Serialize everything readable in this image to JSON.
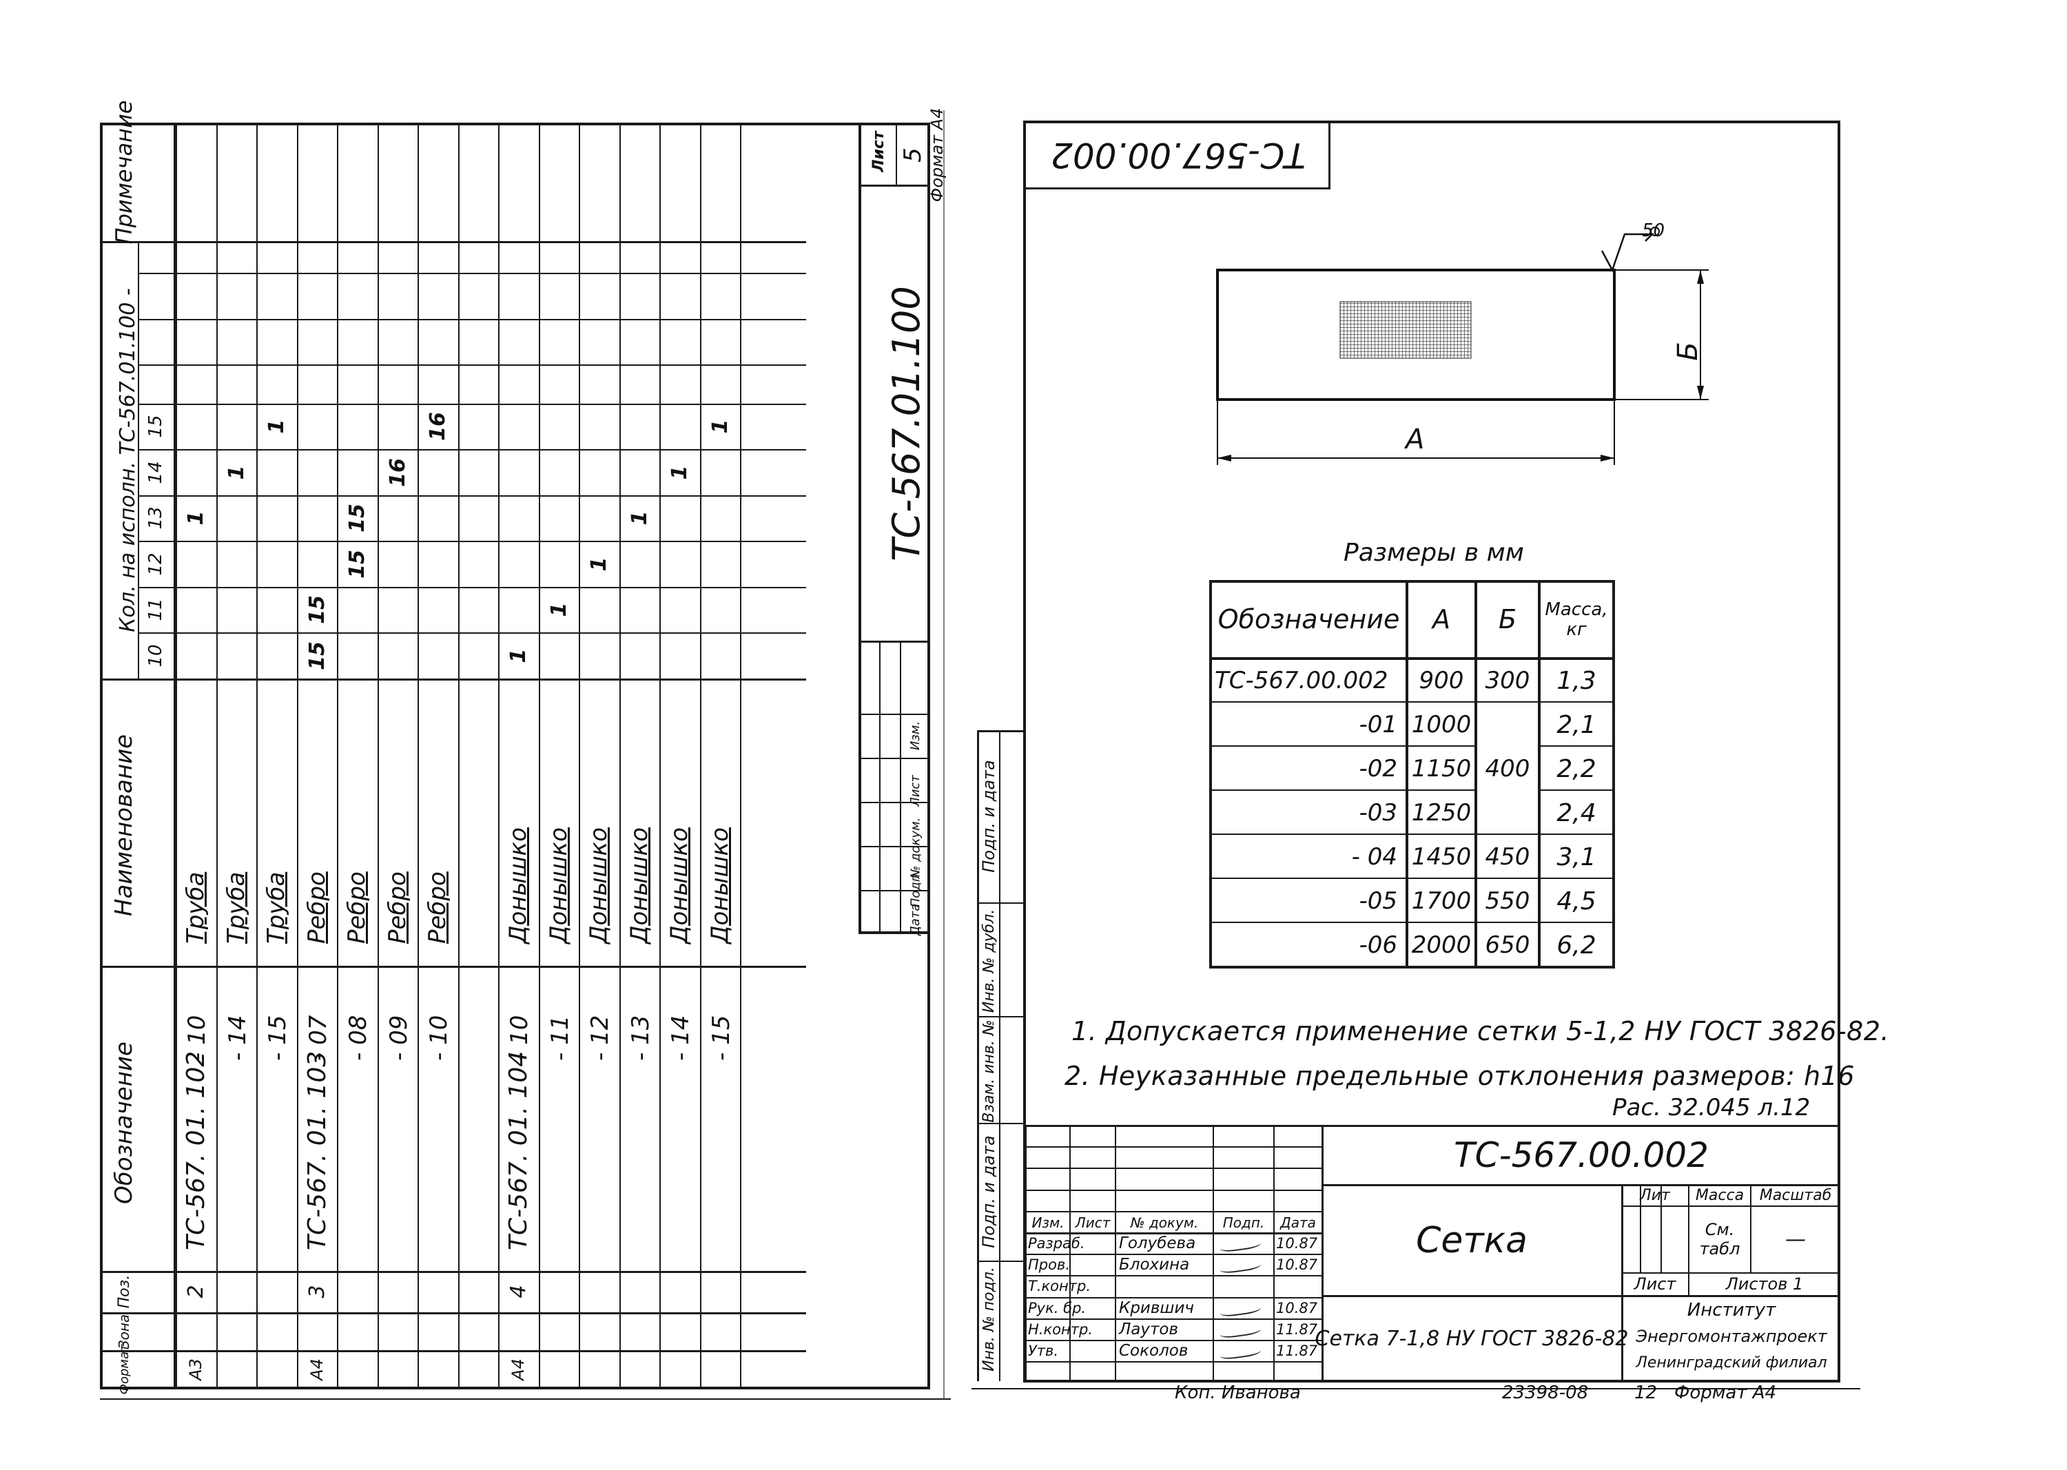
{
  "left_sheet": {
    "doc_number": "ТС-567.01.100",
    "sheet_label": "Лист",
    "sheet_number": "5",
    "format": "Формат А4",
    "headers": {
      "format": "Формат",
      "zone": "Зона",
      "pos": "Поз.",
      "designation": "Обозначение",
      "name": "Наименование",
      "qty": "Кол. на исполн. ТС-567.01.100 -",
      "note": "Примечание"
    },
    "exec_cols": [
      "10",
      "11",
      "12",
      "13",
      "14",
      "15"
    ],
    "rows": [
      {
        "fmt": "А3",
        "pos": "2",
        "designation": "ТС-567. 01. 102",
        "suffix": "- 10",
        "name": "Труба",
        "qty": {
          "13": "1"
        }
      },
      {
        "fmt": "",
        "pos": "",
        "designation": "",
        "suffix": "- 14",
        "name": "Труба",
        "qty": {
          "14": "1"
        }
      },
      {
        "fmt": "",
        "pos": "",
        "designation": "",
        "suffix": "- 15",
        "name": "Труба",
        "qty": {
          "15": "1"
        }
      },
      {
        "fmt": "А4",
        "pos": "3",
        "designation": "ТС-567. 01. 103",
        "suffix": "- 07",
        "name": "Ребро",
        "qty": {
          "10": "15",
          "11": "15"
        }
      },
      {
        "fmt": "",
        "pos": "",
        "designation": "",
        "suffix": "- 08",
        "name": "Ребро",
        "qty": {
          "12": "15",
          "13": "15"
        }
      },
      {
        "fmt": "",
        "pos": "",
        "designation": "",
        "suffix": "- 09",
        "name": "Ребро",
        "qty": {
          "14": "16"
        }
      },
      {
        "fmt": "",
        "pos": "",
        "designation": "",
        "suffix": "- 10",
        "name": "Ребро",
        "qty": {
          "15": "16"
        }
      },
      {
        "fmt": "",
        "pos": "",
        "designation": "",
        "suffix": "",
        "name": "",
        "qty": {}
      },
      {
        "fmt": "А4",
        "pos": "4",
        "designation": "ТС-567. 01. 104",
        "suffix": "- 10",
        "name": "Донышко",
        "qty": {
          "10": "1"
        }
      },
      {
        "fmt": "",
        "pos": "",
        "designation": "",
        "suffix": "- 11",
        "name": "Донышко",
        "qty": {
          "11": "1"
        }
      },
      {
        "fmt": "",
        "pos": "",
        "designation": "",
        "suffix": "- 12",
        "name": "Донышко",
        "qty": {
          "12": "1"
        }
      },
      {
        "fmt": "",
        "pos": "",
        "designation": "",
        "suffix": "- 13",
        "name": "Донышко",
        "qty": {
          "13": "1"
        }
      },
      {
        "fmt": "",
        "pos": "",
        "designation": "",
        "suffix": "- 14",
        "name": "Донышко",
        "qty": {
          "14": "1"
        }
      },
      {
        "fmt": "",
        "pos": "",
        "designation": "",
        "suffix": "- 15",
        "name": "Донышко",
        "qty": {
          "15": "1"
        }
      }
    ],
    "stamp_labels": [
      "Изм.",
      "Лист",
      "№ докум.",
      "Подп.",
      "Дата"
    ]
  },
  "side_stamp": [
    "Подп. и дата",
    "Инв. № дубл.",
    "Взам. инв. №",
    "Подп. и дата",
    "Инв. № подл."
  ],
  "right_sheet": {
    "doc_number_top": "ТС-567.00.002",
    "roughness": "50",
    "dim_a": "А",
    "dim_b": "Б",
    "table_caption": "Размеры в мм",
    "table_headers": [
      "Обозначение",
      "А",
      "Б",
      "Масса, кг"
    ],
    "table_rows": [
      {
        "designation": "ТС-567.00.002",
        "a": "900",
        "b": "300",
        "mass": "1,3"
      },
      {
        "designation": "-01",
        "a": "1000",
        "b": "",
        "mass": "2,1"
      },
      {
        "designation": "-02",
        "a": "1150",
        "b": "400",
        "mass": "2,2"
      },
      {
        "designation": "-03",
        "a": "1250",
        "b": "",
        "mass": "2,4"
      },
      {
        "designation": "- 04",
        "a": "1450",
        "b": "450",
        "mass": "3,1"
      },
      {
        "designation": "-05",
        "a": "1700",
        "b": "550",
        "mass": "4,5"
      },
      {
        "designation": "-06",
        "a": "2000",
        "b": "650",
        "mass": "6,2"
      }
    ],
    "notes": [
      "1. Допускается применение сетки 5-1,2 НУ ГОСТ 3826-82.",
      "2. Неуказанные предельные отклонения размеров: h16"
    ],
    "ref_note": "Рас. 32.045 л.12",
    "title_block": {
      "doc_number": "ТС-567.00.002",
      "title": "Сетка",
      "material": "Сетка 7-1,8 НУ ГОСТ 3826-82",
      "lit": "Лит",
      "mass_label": "Масса",
      "scale_label": "Масштаб",
      "mass_value": "См. табл",
      "scale_value": "—",
      "sheet": "Лист",
      "sheets": "Листов 1",
      "org": [
        "Институт",
        "Энергомонтажпроект",
        "Ленинградский филиал"
      ],
      "col_labels": [
        "Изм.",
        "Лист",
        "№ докум.",
        "Подп.",
        "Дата"
      ],
      "people": [
        {
          "role": "Разраб.",
          "name": "Голубева",
          "date": "10.87"
        },
        {
          "role": "Пров.",
          "name": "Блохина",
          "date": "10.87"
        },
        {
          "role": "Т.контр.",
          "name": "",
          "date": ""
        },
        {
          "role": "Рук. бр.",
          "name": "Крившич",
          "date": "10.87"
        },
        {
          "role": "Н.контр.",
          "name": "Лаутов",
          "date": "11.87"
        },
        {
          "role": "Утв.",
          "name": "Соколов",
          "date": "11.87"
        }
      ]
    },
    "footer": {
      "copied": "Коп. Иванова",
      "code": "23398-08",
      "page": "12",
      "format": "Формат А4"
    }
  }
}
